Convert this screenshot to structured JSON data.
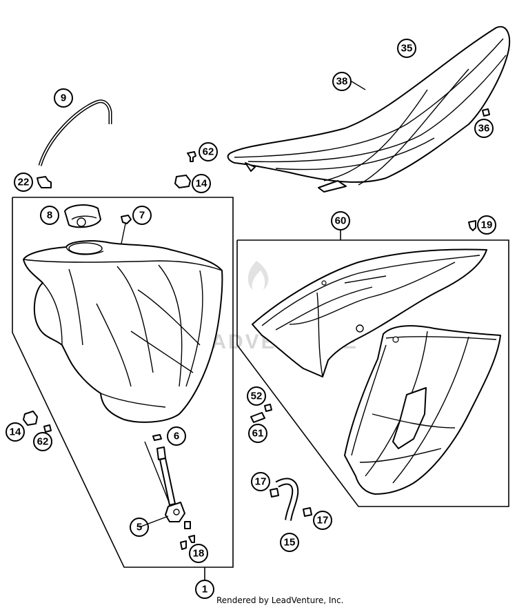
{
  "callouts": {
    "c35": "35",
    "c38": "38",
    "c36": "36",
    "c9": "9",
    "c22": "22",
    "c62a": "62",
    "c14a": "14",
    "c8": "8",
    "c7": "7",
    "c60": "60",
    "c19": "19",
    "c14b": "14",
    "c62b": "62",
    "c52": "52",
    "c61": "61",
    "c6": "6",
    "c17a": "17",
    "c17b": "17",
    "c5": "5",
    "c18": "18",
    "c15": "15",
    "c1": "1"
  },
  "watermark": {
    "text": "LEADVENTURE"
  },
  "credit": {
    "text": "Rendered by LeadVenture, Inc."
  }
}
